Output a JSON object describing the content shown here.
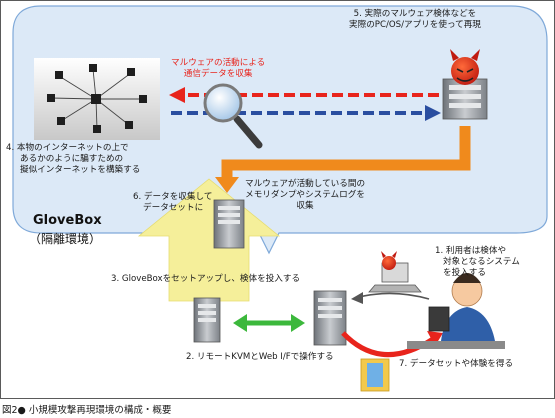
{
  "labels": {
    "step5": [
      "5. 実際のマルウェア検体などを",
      "実際のPC/OS/アプリを使って再現"
    ],
    "collect_comm": [
      "マルウェアの活動による",
      "通信データを収集"
    ],
    "step4": [
      "4. 本物のインターネットの上で",
      "あるかのように騙すための",
      "擬似インターネットを構築する"
    ],
    "memdump": [
      "マルウェアが活動している間の",
      "メモリダンプやシステムログを",
      "収集"
    ],
    "step6": [
      "6. データを収集して",
      "データセットに"
    ],
    "glovebox_title": "GloveBox",
    "glovebox_sub": "（隔離環境）",
    "step3": "3. GloveBoxをセットアップし、検体を投入する",
    "step1": [
      "1. 利用者は検体や",
      "対象となるシステム",
      "を投入する"
    ],
    "step2": "2. リモートKVMとWeb I/Fで操作する",
    "step7": "7. データセットや体験を得る"
  },
  "caption": "図2● 小規模攻撃再現環境の構成・概要",
  "colors": {
    "cloud_fill": "#dce9f7",
    "cloud_stroke": "#7fa9d9",
    "red_arrow": "#e8241c",
    "blue_arrow": "#2a4ea0",
    "orange_arrow": "#f08a1c",
    "green_arrow": "#3cb83c",
    "yellow_arrow": "#f5ef9a"
  }
}
